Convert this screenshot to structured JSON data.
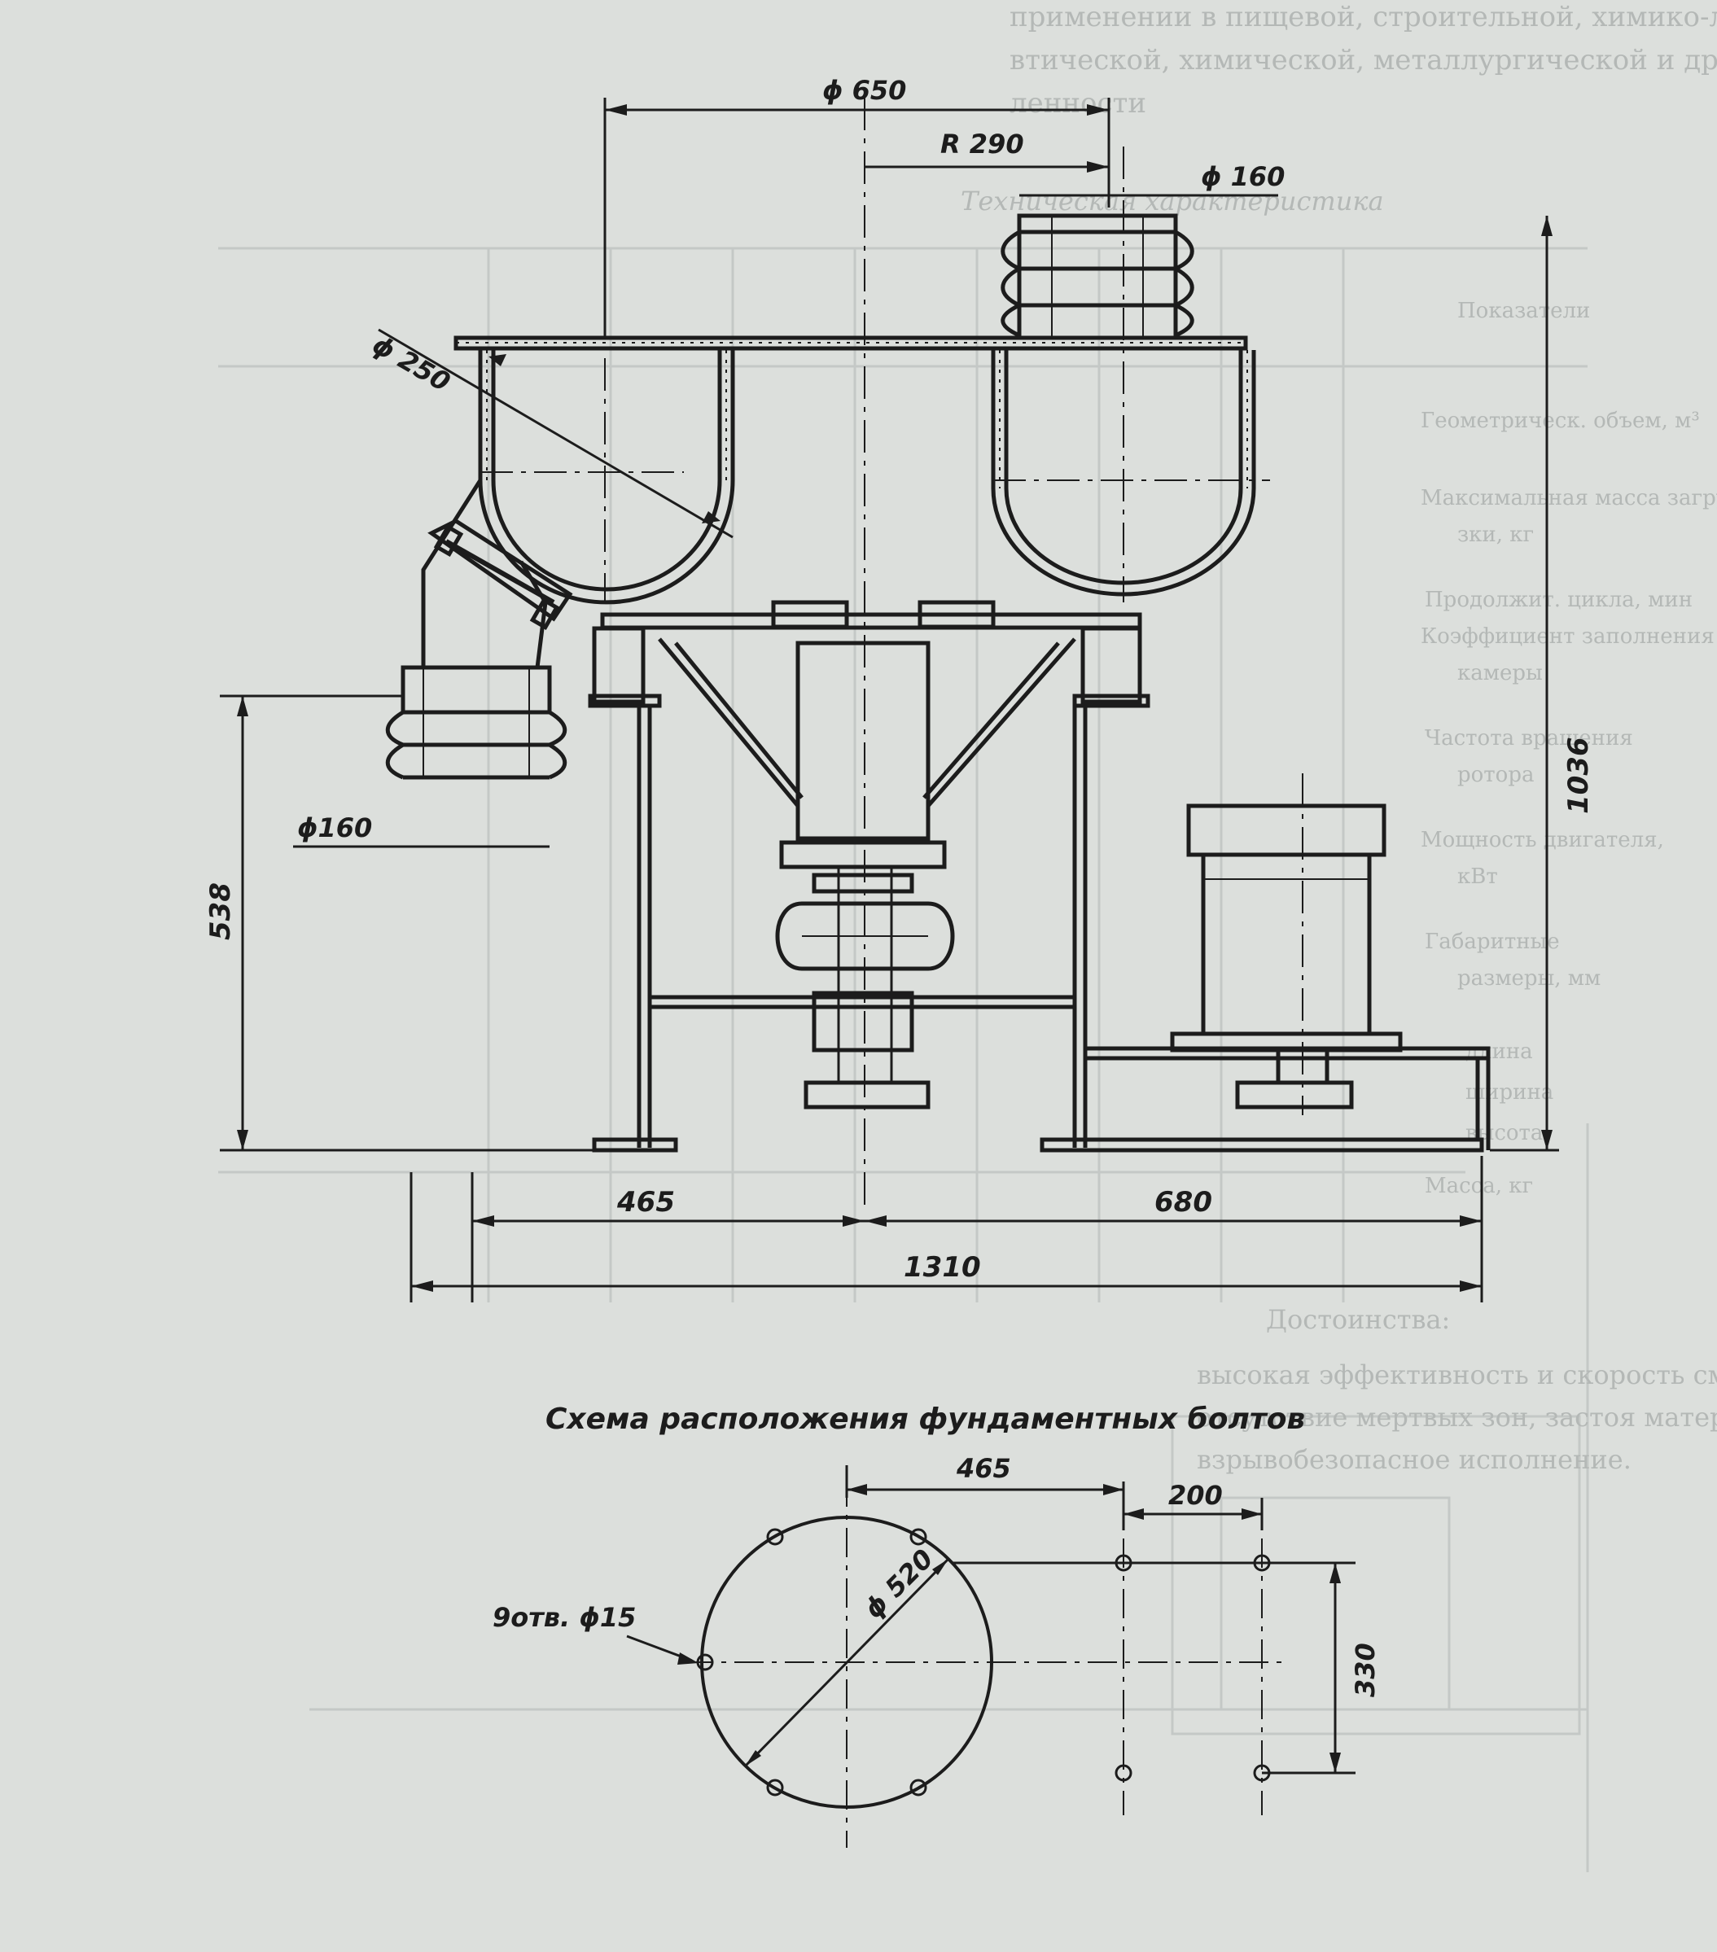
{
  "drawing": {
    "dimensions": {
      "top_diameter": "ϕ 650",
      "top_radius": "R 290",
      "outlet_diameter": "ϕ 160",
      "bowl_diameter": "ϕ 250",
      "inlet_diameter": "ϕ160",
      "inlet_height": "538",
      "overall_height": "1036",
      "left_offset": "465",
      "right_offset": "680",
      "overall_width": "1310"
    }
  },
  "bolt_scheme": {
    "title": "Схема расположения фундаментных болтов",
    "dimensions": {
      "offset": "465",
      "spacing_x": "200",
      "circle_diameter": "ϕ 520",
      "holes": "9отв. ϕ15",
      "spacing_y": "330"
    }
  },
  "background_text": {
    "top_line_1": "применении в пищевой, строительной, химико-лесной, фармаце-",
    "top_line_2": "втической, химической, металлургической и других отраслях промыш-",
    "top_line_3": "ленности",
    "table_caption": "Техническая характеристика",
    "table_row_labels": [
      "Показатели",
      "Геометрическ. объем, м³",
      "Максимальная масса загру-",
      "зки, кг",
      "Продолжит. цикла, мин",
      "Коэффициент заполнения",
      "камеры",
      "Частота вращения",
      "ротора",
      "Мощность двигателя,",
      "кВт",
      "Габаритные",
      "размеры, мм",
      "длина",
      "ширина",
      "высота",
      "Масса, кг"
    ],
    "advantages_heading": "Достоинства:",
    "advantages_line_1": "высокая эффективность и скорость смешивания;",
    "advantages_line_2": "отсутствие мертвых зон, застоя материала и его налипания;",
    "advantages_line_3": "взрывобезопасное исполнение."
  },
  "colors": {
    "paper": "#dcdfdc",
    "ink": "#1c1c1c",
    "ghost": "#b4b8b6"
  }
}
